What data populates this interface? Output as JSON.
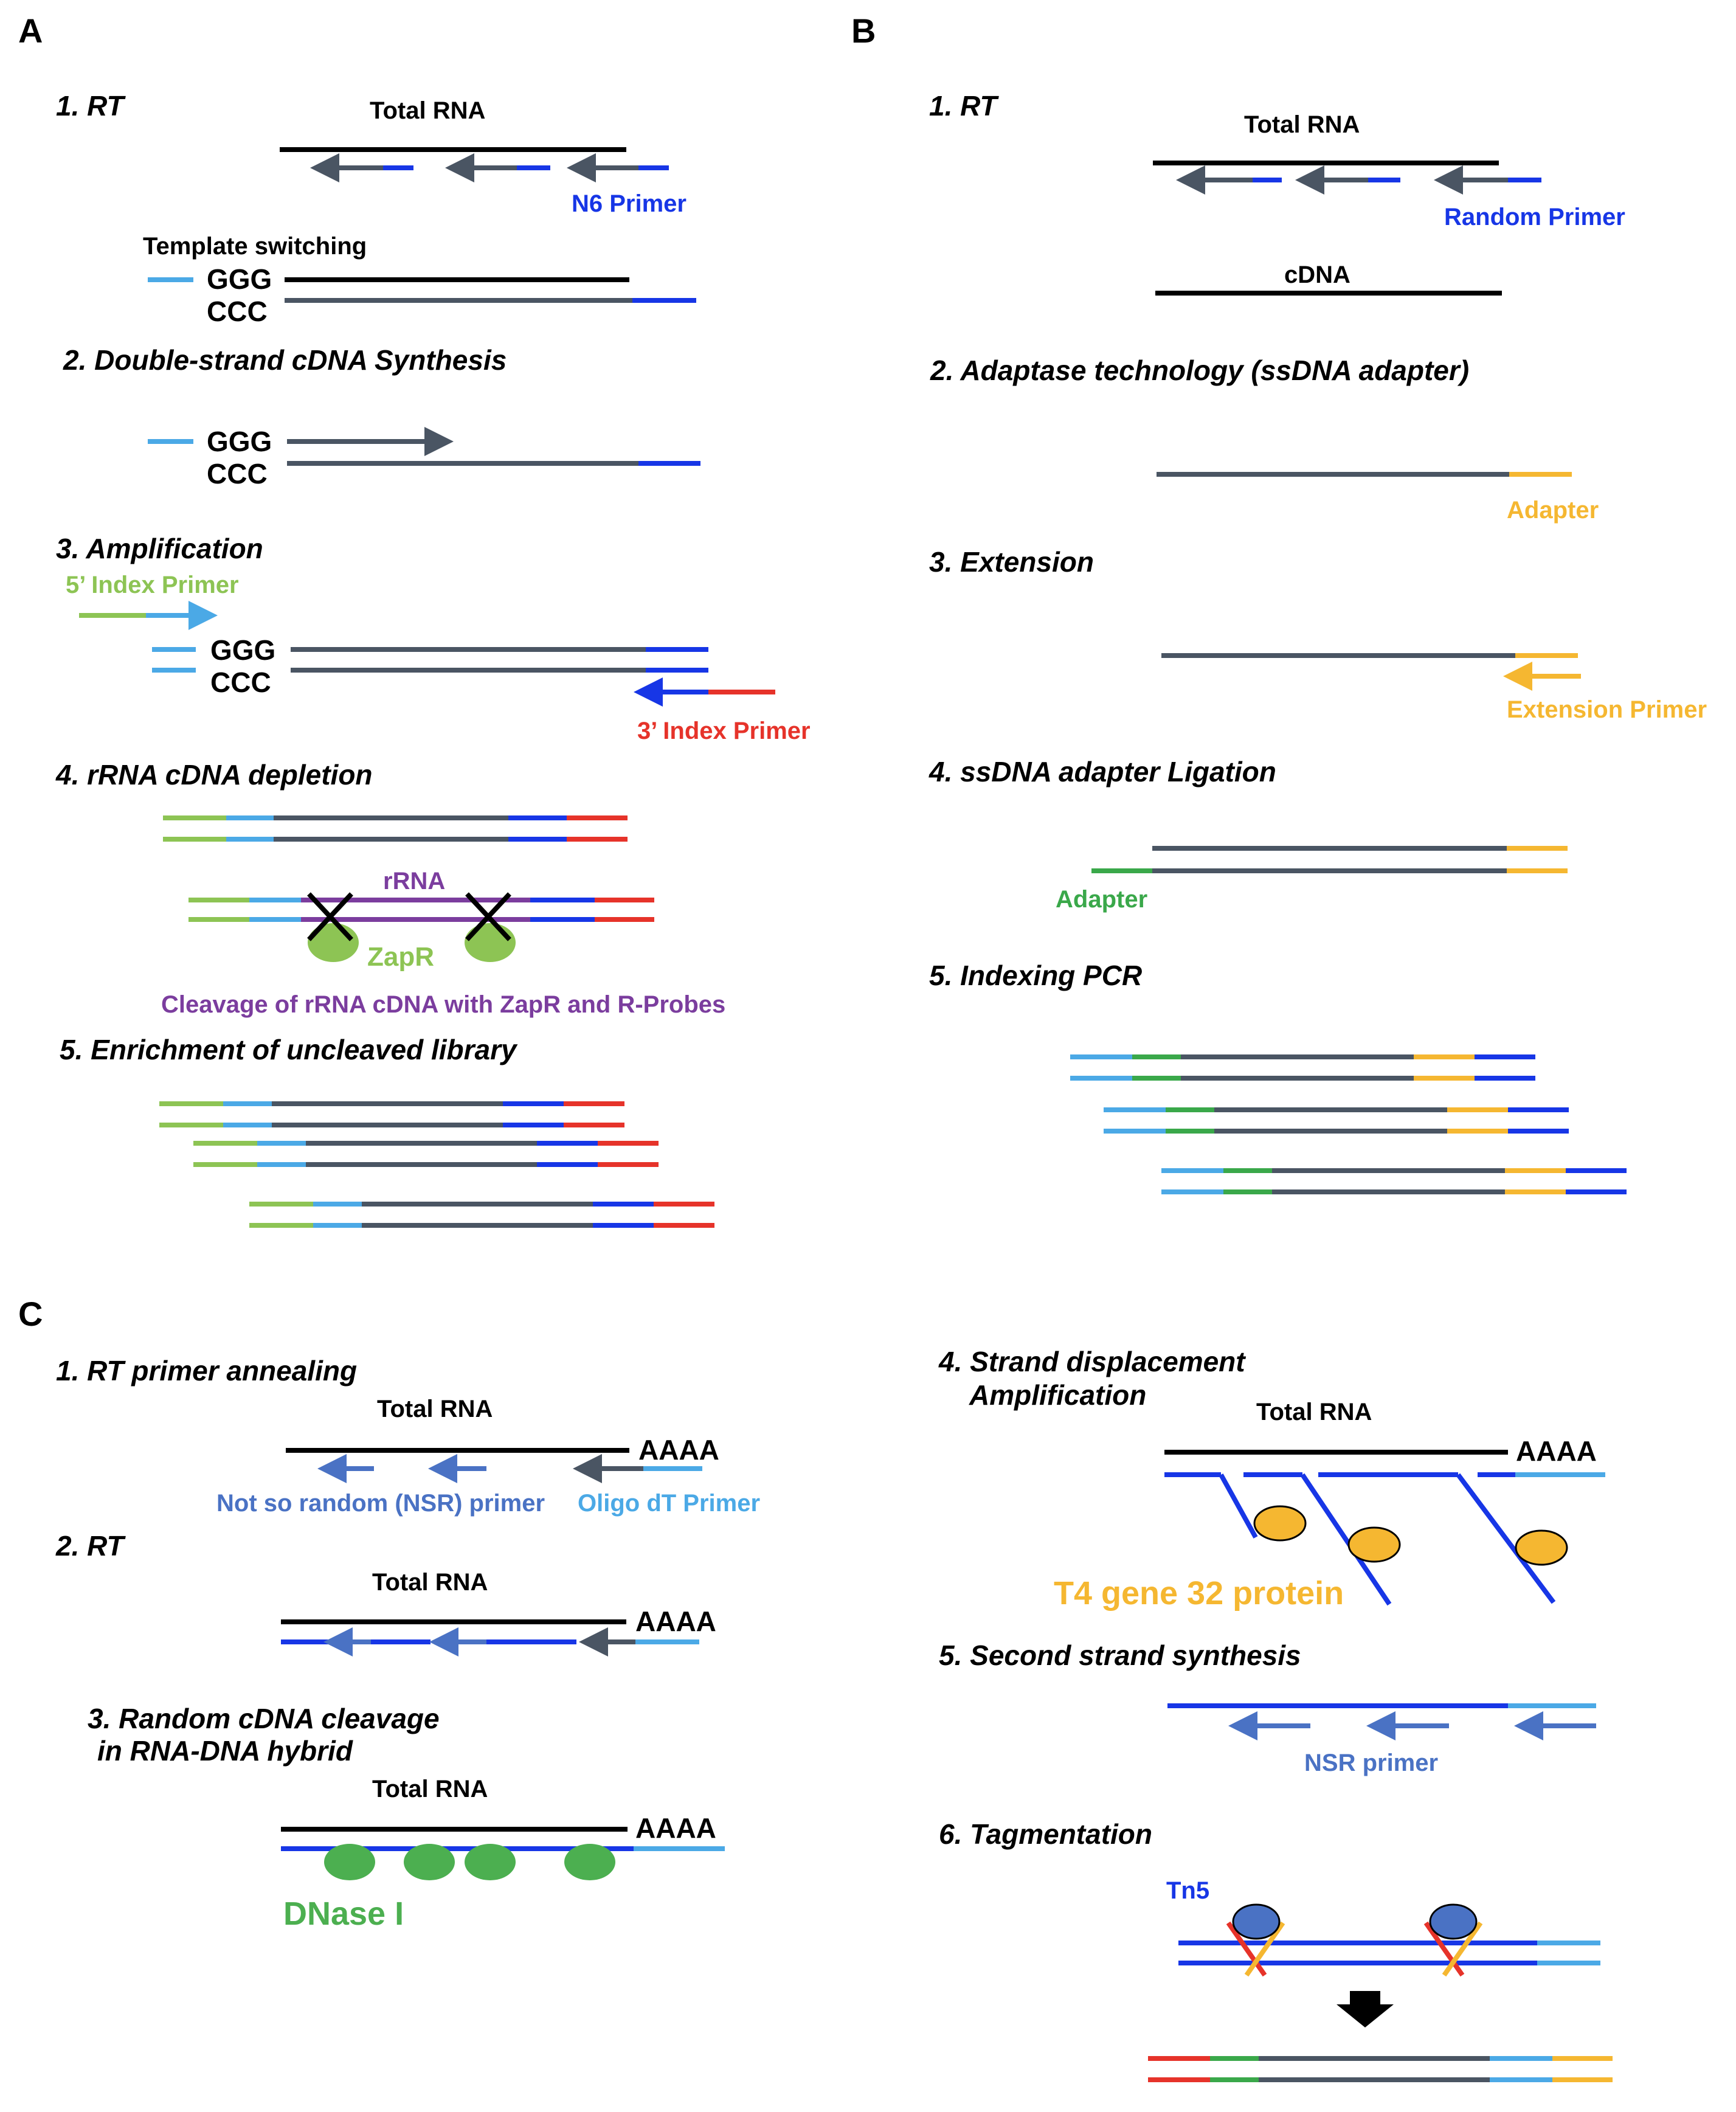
{
  "colors": {
    "black": "#000000",
    "grey": "#4a5563",
    "blue": "#1736e6",
    "light_blue": "#4ba9e6",
    "light_green": "#8dc454",
    "red": "#e6332a",
    "purple": "#7b3d9e",
    "orange": "#f5b731",
    "green": "#3aa84a",
    "steel_blue": "#4a72c4",
    "dnase_green": "#4caf50",
    "zapr_green": "#8dc454"
  },
  "panels": {
    "a": "A",
    "b": "B",
    "c": "C"
  },
  "panel_a": {
    "step1": "1. RT",
    "total_rna": "Total RNA",
    "n6_primer": "N6 Primer",
    "template_switching": "Template switching",
    "ggg": "GGG",
    "ccc": "CCC",
    "step2": "2. Double-strand cDNA Synthesis",
    "step3": "3. Amplification",
    "index5": "5’ Index Primer",
    "index3": "3’ Index Primer",
    "step4": "4. rRNA cDNA depletion",
    "rrna": "rRNA",
    "zapr": "ZapR",
    "cleavage": "Cleavage of rRNA cDNA with ZapR and R-Probes",
    "step5": "5. Enrichment of uncleaved library"
  },
  "panel_b": {
    "step1": "1. RT",
    "total_rna": "Total RNA",
    "random_primer": "Random Primer",
    "cdna": "cDNA",
    "step2": "2. Adaptase technology (ssDNA adapter)",
    "adapter_orange": "Adapter",
    "step3": "3. Extension",
    "extension_primer": "Extension Primer",
    "step4": "4. ssDNA adapter Ligation",
    "adapter_green": "Adapter",
    "step5": "5. Indexing PCR"
  },
  "panel_c": {
    "step1": "1. RT primer  annealing",
    "total_rna_1": "Total RNA",
    "aaaa_1": "AAAA",
    "nsr_primer": "Not so random (NSR) primer",
    "oligo_dt": "Oligo dT Primer",
    "step2": "2. RT",
    "total_rna_2": "Total RNA",
    "aaaa_2": "AAAA",
    "step3_line1": "3. Random cDNA cleavage",
    "step3_line2": "in RNA-DNA hybrid",
    "total_rna_3": "Total RNA",
    "aaaa_3": "AAAA",
    "dnase": "DNase I",
    "step4_line1": "4. Strand displacement",
    "step4_line2": "Amplification",
    "total_rna_4": "Total RNA",
    "aaaa_4": "AAAA",
    "t4": "T4 gene 32 protein",
    "step5": "5. Second strand synthesis",
    "nsr_primer_2": "NSR primer",
    "step6": "6. Tagmentation",
    "tn5": "Tn5"
  }
}
